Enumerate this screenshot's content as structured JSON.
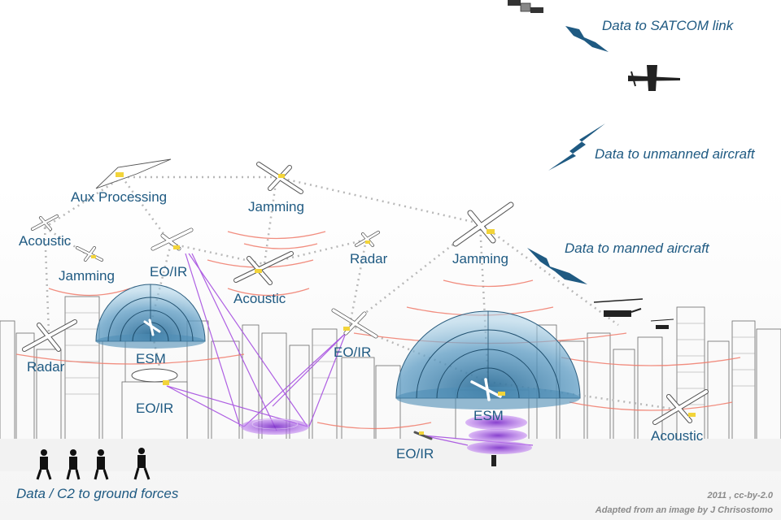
{
  "links": {
    "satcom": "Data to SATCOM link",
    "unmanned": "Data to unmanned aircraft",
    "manned": "Data to manned aircraft",
    "ground": "Data / C2 to ground forces"
  },
  "nodes": {
    "aux_processing": "Aux Processing",
    "acoustic_left": "Acoustic",
    "jamming_left": "Jamming",
    "eoir_upper": "EO/IR",
    "jamming_top": "Jamming",
    "acoustic_mid": "Acoustic",
    "radar_mid": "Radar",
    "jamming_right": "Jamming",
    "radar_left": "Radar",
    "esm_left": "ESM",
    "eoir_left": "EO/IR",
    "eoir_center": "EO/IR",
    "esm_right": "ESM",
    "eoir_bottom": "EO/IR",
    "acoustic_right": "Acoustic"
  },
  "credit": {
    "line1": "2011 , cc-by-2.0",
    "line2": "Adapted from an image by J Chrisostomo"
  },
  "colors": {
    "label": "#1f5a82",
    "dome": "#3d86b3",
    "beam": "#a64fe0",
    "emission": "#f07a6a",
    "network": "#b8b8b8",
    "accent": "#f2d43a"
  }
}
